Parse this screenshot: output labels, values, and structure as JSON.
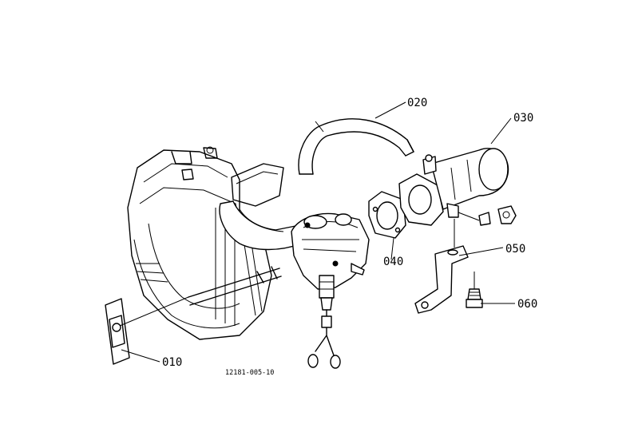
{
  "parts": [
    {
      "id": "p010",
      "label": "010"
    },
    {
      "id": "p020",
      "label": "020"
    },
    {
      "id": "p030",
      "label": "030"
    },
    {
      "id": "p040",
      "label": "040"
    },
    {
      "id": "p050",
      "label": "050"
    },
    {
      "id": "p060",
      "label": "060"
    }
  ],
  "figure_number": "12181-005-10"
}
